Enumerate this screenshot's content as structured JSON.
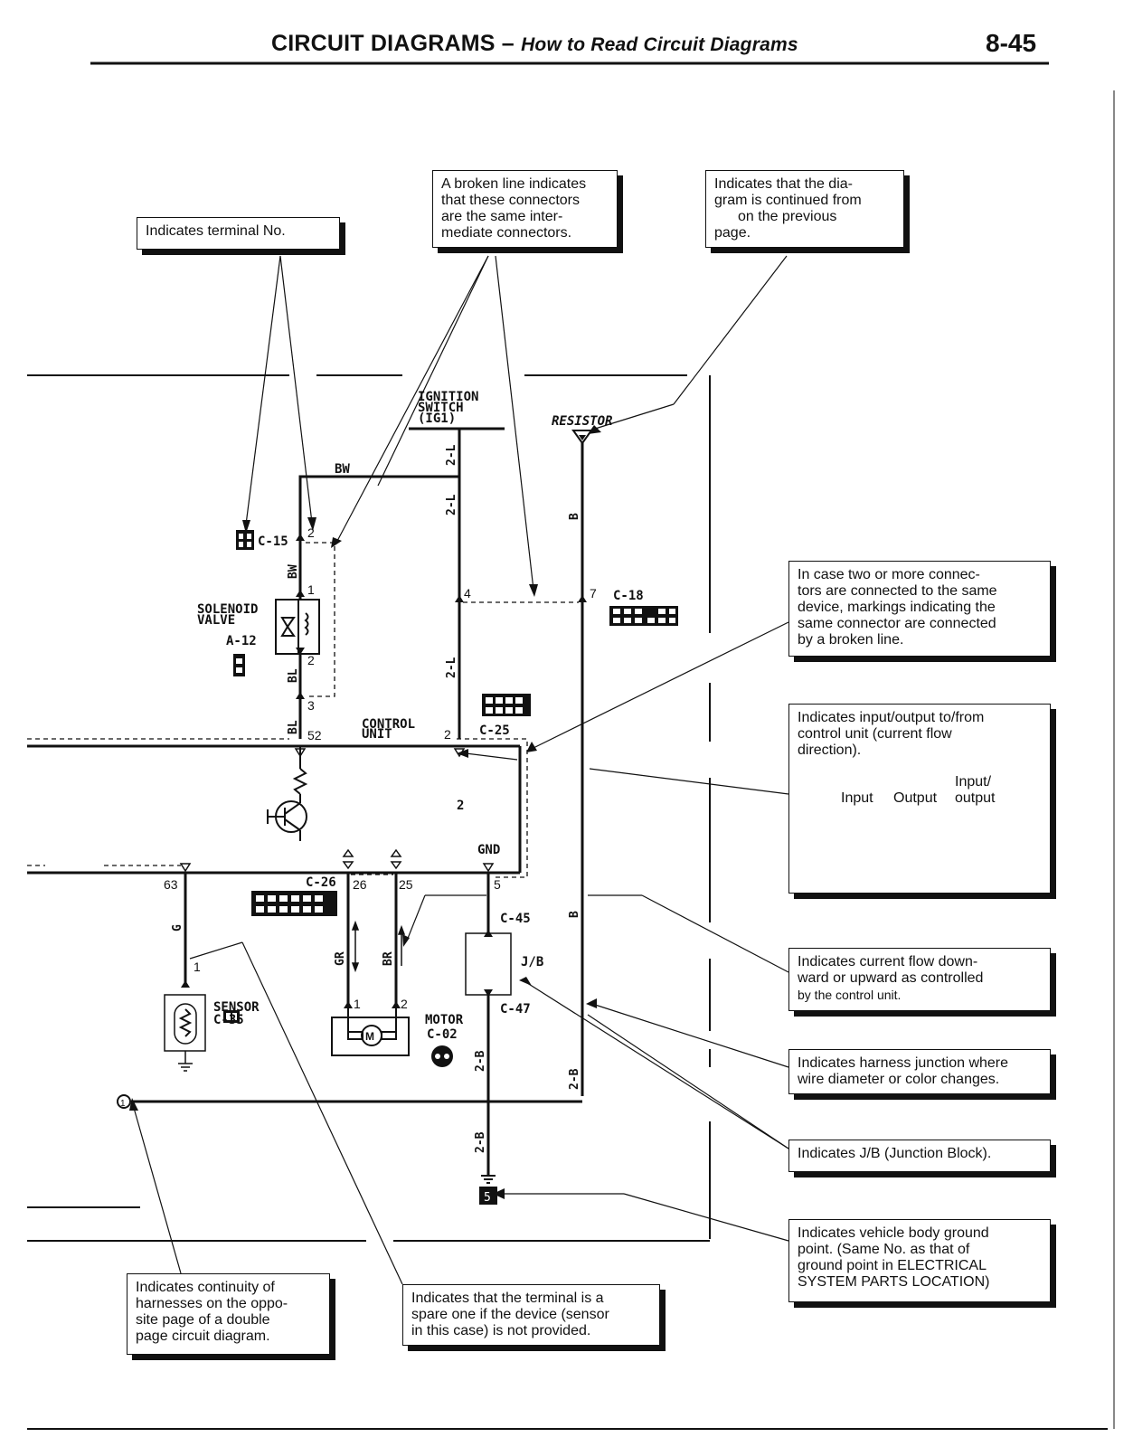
{
  "header": {
    "title": "CIRCUIT DIAGRAMS",
    "dash": "–",
    "subtitle": "How to Read Circuit Diagrams",
    "page_number": "8-45"
  },
  "callouts": {
    "terminal_no": [
      "Indicates terminal No."
    ],
    "broken_line": [
      "A broken line indicates",
      "that these connectors",
      "are the same inter-",
      "mediate connectors."
    ],
    "continued": [
      "Indicates that the dia-",
      "gram is continued from",
      "on the previous",
      "page."
    ],
    "same_device": [
      "In case two or more connec-",
      "tors are connected to the same",
      "device, markings indicating the",
      "same connector are connected",
      "by a broken line."
    ],
    "io": [
      "Indicates input/output to/from",
      "control unit (current flow",
      "direction)."
    ],
    "current_flow": [
      "Indicates current flow down-",
      "ward or upward as controlled",
      "by the control unit."
    ],
    "junction": [
      "Indicates harness junction where",
      "wire diameter or color changes."
    ],
    "jb": [
      "Indicates J/B (Junction Block)."
    ],
    "ground": [
      "Indicates vehicle body ground",
      "point. (Same No. as that of",
      "ground point in ELECTRICAL",
      "SYSTEM PARTS LOCATION)"
    ],
    "continuity": [
      "Indicates continuity of",
      "harnesses on the oppo-",
      "site page of a double",
      "page circuit diagram."
    ],
    "spare": [
      "Indicates that the terminal is a",
      "spare one if the device (sensor",
      "in this case) is not provided."
    ]
  },
  "io_legend": {
    "input": "Input",
    "output": "Output",
    "io_line1": "Input/",
    "io_line2": "output"
  },
  "diagram": {
    "ignition_switch": [
      "IGNITION",
      "SWITCH",
      "(IG1)"
    ],
    "resistor": "RESISTOR",
    "solenoid_valve": [
      "SOLENOID",
      "VALVE"
    ],
    "control_unit": [
      "CONTROL",
      "UNIT"
    ],
    "sensor": "SENSOR",
    "motor": "MOTOR",
    "jb": "J/B",
    "gnd": "GND",
    "connectors": {
      "c15": "C-15",
      "a12": "A-12",
      "c18": "C-18",
      "c25": "C-25",
      "c26": "C-26",
      "c35": "C-35",
      "c45": "C-45",
      "c47": "C-47",
      "c02": "C-02"
    },
    "wires": {
      "bw_top": "BW",
      "bw_side": "BW",
      "bl_1": "BL",
      "bl_2": "BL",
      "ign_1": "2-L",
      "ign_2": "2-L",
      "ign_3": "2-L",
      "b_1": "B",
      "b_2": "B",
      "g": "G",
      "gr": "GR",
      "br": "BR",
      "2b_1": "2-B",
      "2b_2": "2-B",
      "2b_3": "2-B"
    },
    "terminals": {
      "t2a": "2",
      "t1": "1",
      "t2b": "2",
      "t3": "3",
      "t52": "52",
      "t4": "4",
      "t7": "7",
      "t2c": "2",
      "t63": "63",
      "t26": "26",
      "t25": "25",
      "t5": "5",
      "sensor_1": "1",
      "motor_1": "1",
      "motor_2": "2",
      "continuity_1": "1"
    }
  }
}
